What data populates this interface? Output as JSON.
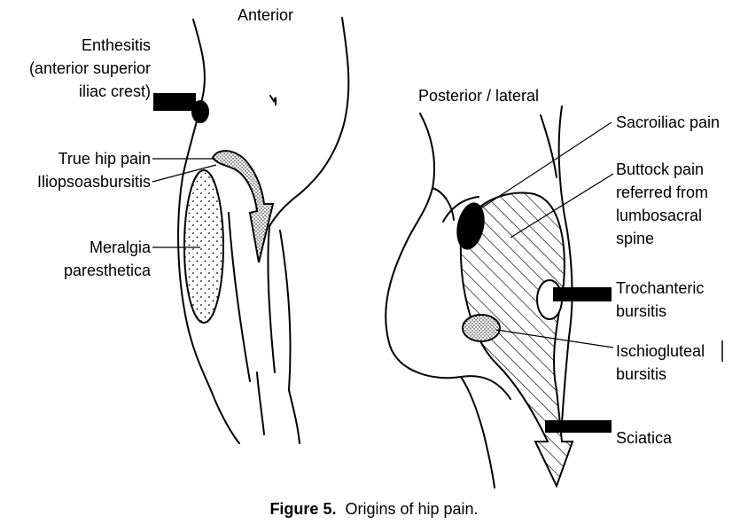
{
  "views": {
    "anterior_title": "Anterior",
    "posterior_title": "Posterior / lateral"
  },
  "labels": {
    "enthesitis": [
      "Enthesitis",
      "(anterior superior",
      "iliac crest)"
    ],
    "true_hip_pain": "True hip pain",
    "iliopsoas_bursitis": "Iliopsoasbursitis",
    "meralgia": [
      "Meralgia",
      "paresthetica"
    ],
    "sacroiliac_pain": "Sacroiliac pain",
    "buttock_pain": [
      "Buttock pain",
      "referred from",
      "lumbosacral",
      "spine"
    ],
    "trochanteric": [
      "Trochanteric",
      "bursitis"
    ],
    "ischiogluteal": [
      "Ischiogluteal",
      "bursitis"
    ],
    "sciatica": "Sciatica"
  },
  "caption": {
    "number": "Figure 5.",
    "text": "Origins of hip pain."
  }
}
